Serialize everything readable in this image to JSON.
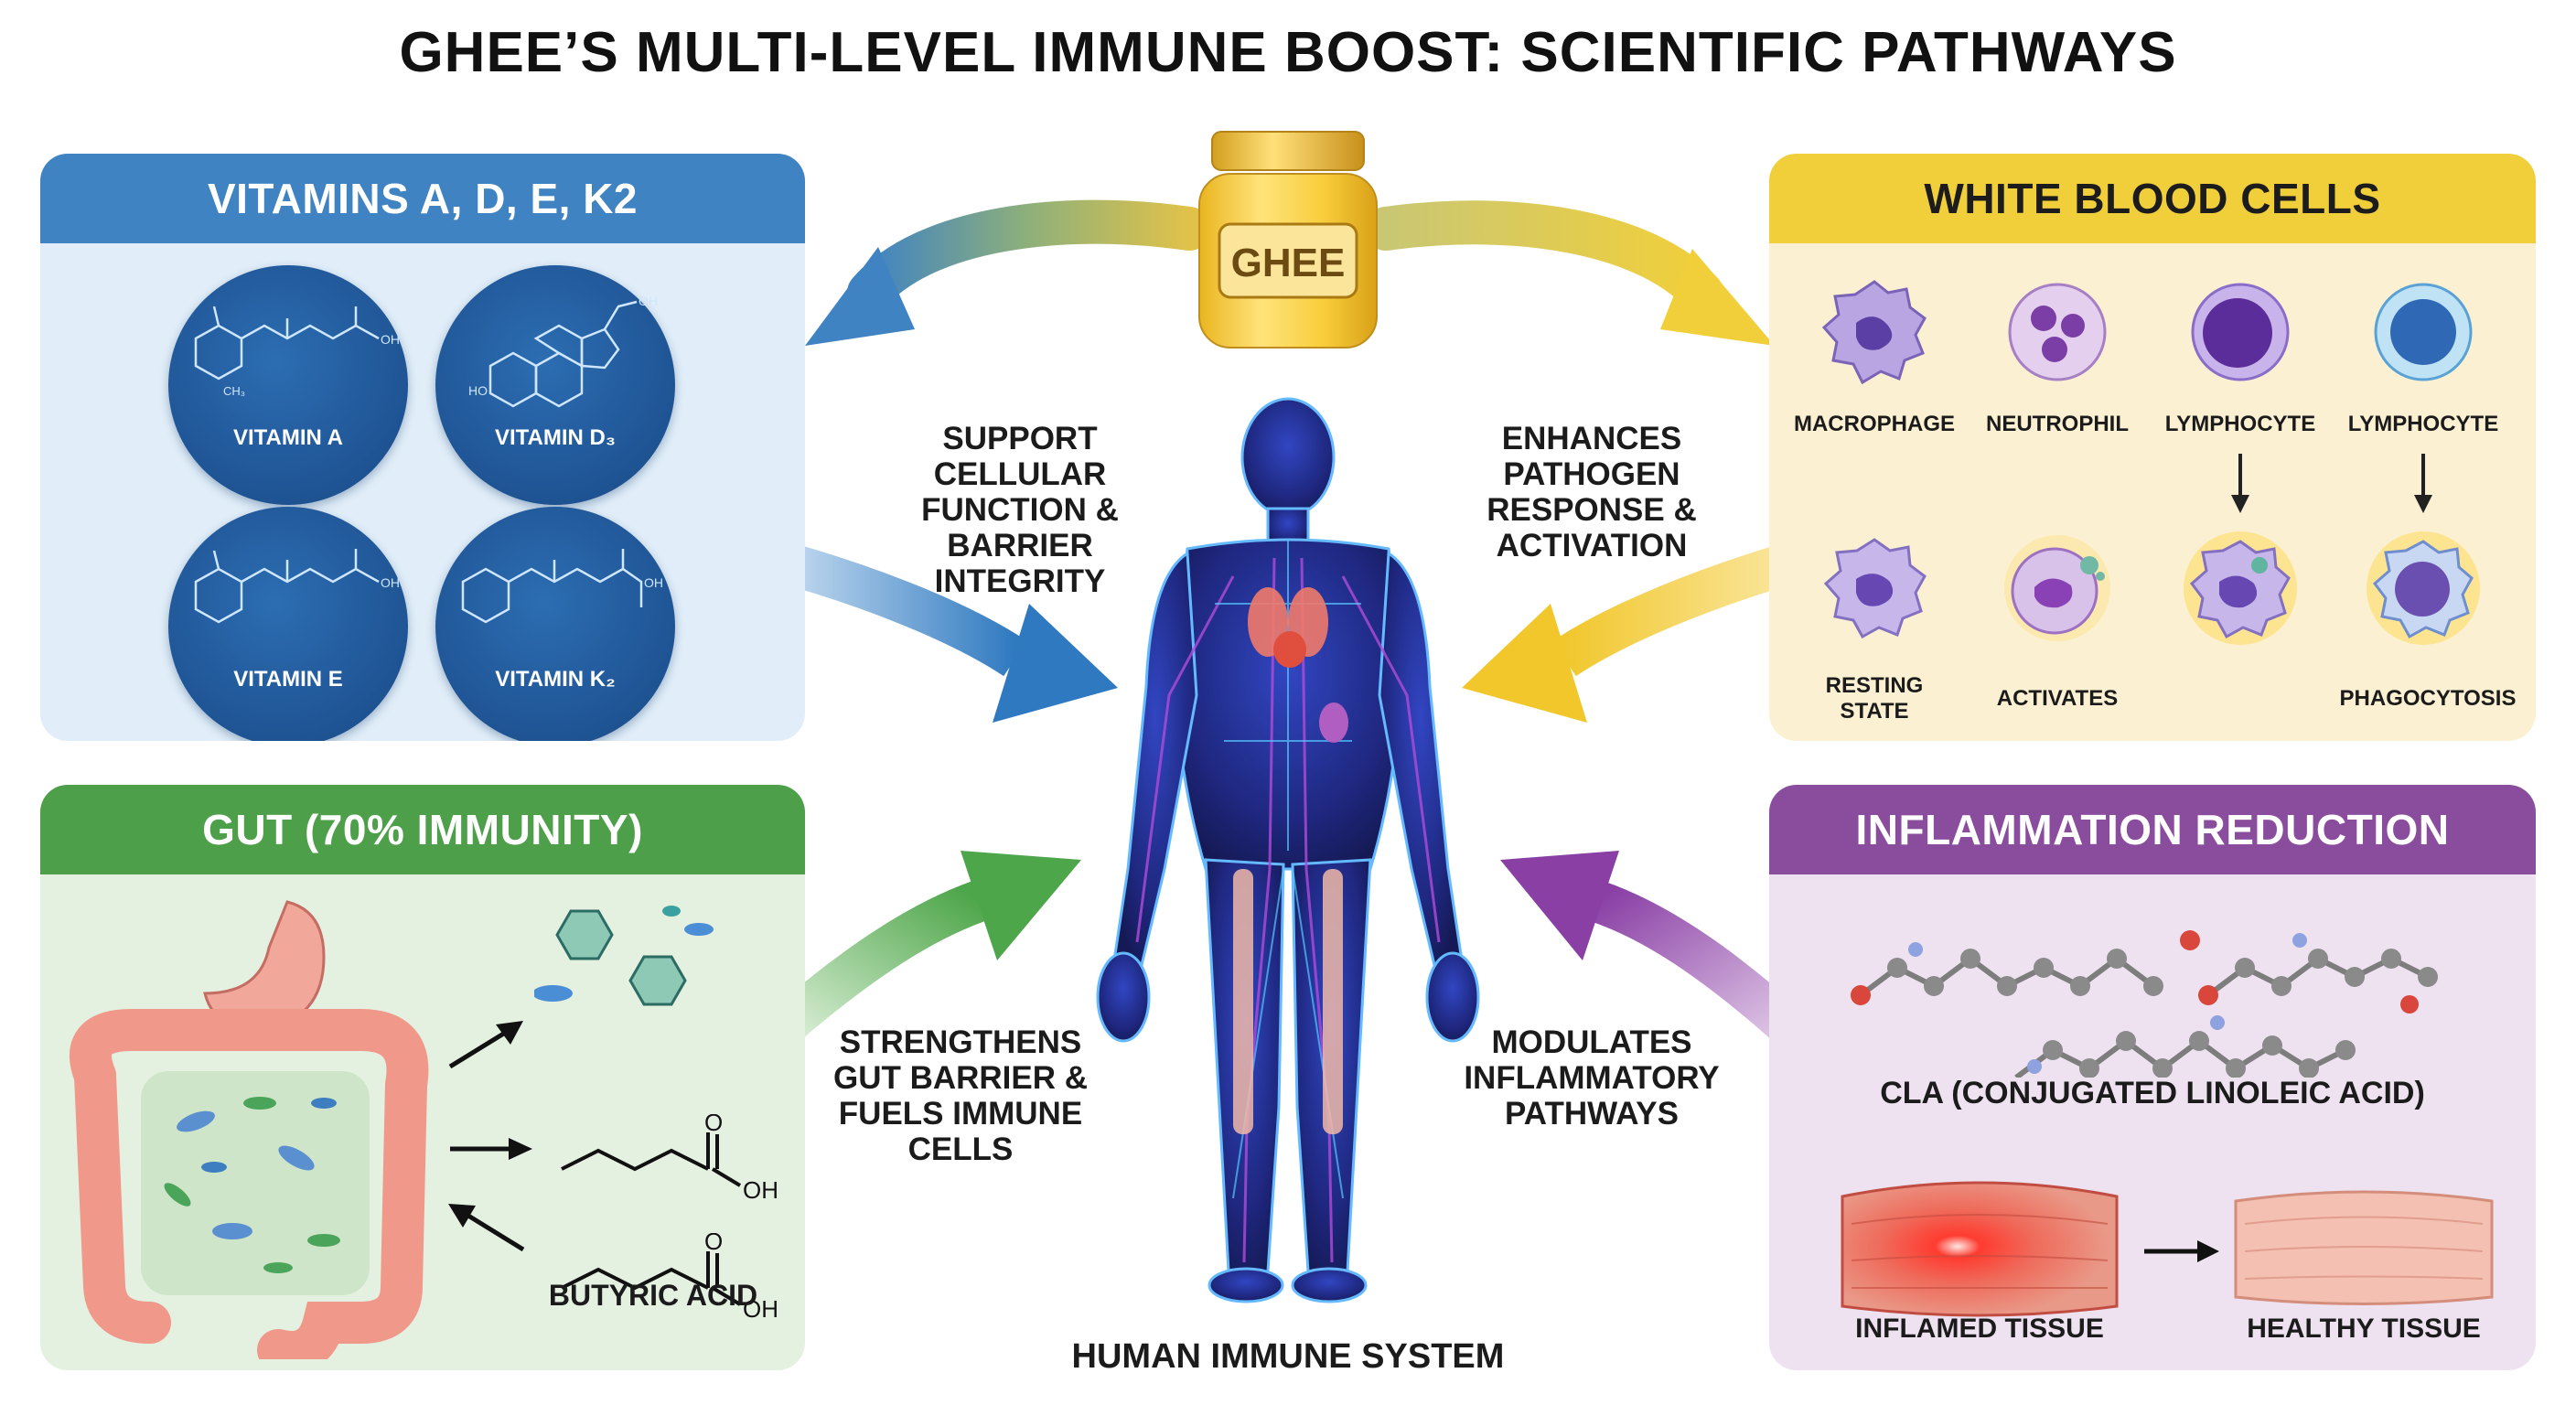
{
  "title": "GHEE’S MULTI-LEVEL IMMUNE BOOST: SCIENTIFIC PATHWAYS",
  "center": {
    "jar_label": "GHEE",
    "caption": "HUMAN IMMUNE SYSTEM"
  },
  "vitamins": {
    "header": "VITAMINS A, D, E, K2",
    "items": [
      {
        "label": "VITAMIN A"
      },
      {
        "label": "VITAMIN D₃"
      },
      {
        "label": "VITAMIN E"
      },
      {
        "label": "VITAMIN K₂"
      }
    ],
    "arrow_text": [
      "SUPPORT",
      "CELLULAR",
      "FUNCTION &",
      "BARRIER INTEGRITY"
    ]
  },
  "wbc": {
    "header": "WHITE BLOOD CELLS",
    "top_labels": [
      "MACROPHAGE",
      "NEUTROPHIL",
      "LYMPHOCYTE",
      "LYMPHOCYTE"
    ],
    "bottom_labels": [
      "RESTING",
      "STATE",
      "ACTIVATES",
      "PHAGOCYTOSIS"
    ],
    "arrow_text": [
      "ENHANCES",
      "PATHOGEN",
      "RESPONSE &",
      "ACTIVATION"
    ]
  },
  "gut": {
    "header": "GUT (70% IMMUNITY)",
    "acid_label": "BUTYRIC ACID",
    "oh_label": "OH",
    "o_label": "O",
    "arrow_text": [
      "STRENGTHENS",
      "GUT BARRIER &",
      "FUELS IMMUNE",
      "CELLS"
    ]
  },
  "inflammation": {
    "header": "INFLAMMATION REDUCTION",
    "cla_label": "CLA (CONJUGATED LINOLEIC ACID)",
    "inflamed_label": "INFLAMED TISSUE",
    "healthy_label": "HEALTHY TISSUE",
    "arrow_text": [
      "MODULATES",
      "INFLAMMATORY",
      "PATHWAYS"
    ]
  },
  "colors": {
    "blue": "#3f83c3",
    "yellow": "#f1cf3a",
    "green": "#4e9f4a",
    "purple": "#8a4c9d"
  }
}
